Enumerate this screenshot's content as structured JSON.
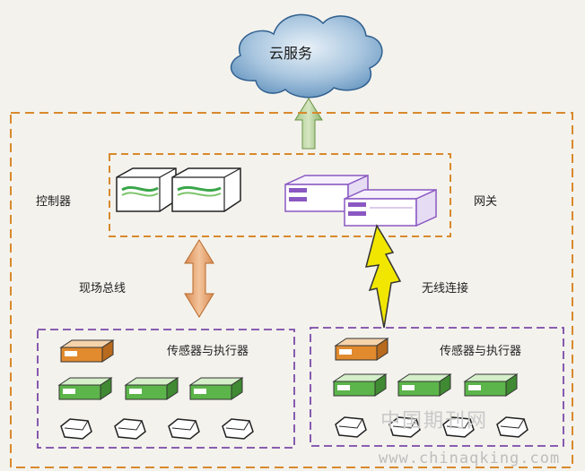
{
  "cloud": {
    "label": "云服务"
  },
  "controller": {
    "label": "控制器"
  },
  "gateway": {
    "label": "网关"
  },
  "fieldbus": {
    "label": "现场总线"
  },
  "wireless": {
    "label": "无线连接"
  },
  "left_group": {
    "label": "传感器与执行器"
  },
  "right_group": {
    "label": "传感器与执行器"
  },
  "watermark": {
    "cn": "中国期刊网",
    "url": "www.chinaqking.com"
  },
  "colors": {
    "frame_orange": "#d9892c",
    "frame_purple": "#7b4aa8",
    "cloud_blue": "#6f9cc4",
    "up_arrow_green": "#8db36a",
    "fieldbus_arrow": "#e3a46e",
    "lightning_yellow": "#f1e600",
    "device_orange": "#e18a2e",
    "device_green": "#5cb54a",
    "gateway_purple": "#8a58c2"
  }
}
